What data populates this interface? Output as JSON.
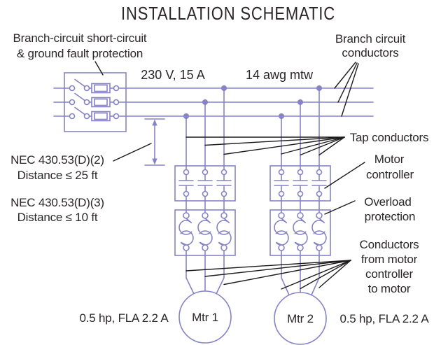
{
  "colors": {
    "background": "#ffffff",
    "circuit": "#8583c6",
    "ink": "#2b2728",
    "pointer": "#1d1a1b"
  },
  "title": "INSTALLATION SCHEMATIC",
  "annotations": {
    "branch_protection": {
      "lines": [
        "Branch-circuit short-circuit",
        "& ground fault protection"
      ]
    },
    "supply_rating": "230 V, 15 A",
    "wire_spec": "14 awg mtw",
    "branch_conductors": {
      "lines": [
        "Branch circuit",
        "conductors"
      ]
    },
    "tap_conductors": "Tap conductors",
    "motor_controller": {
      "lines": [
        "Motor",
        "controller"
      ]
    },
    "overload_protection": {
      "lines": [
        "Overload",
        "protection"
      ]
    },
    "nec_rule_2": {
      "lines": [
        "NEC 430.53(D)(2)",
        "Distance ≤ 25 ft"
      ]
    },
    "nec_rule_3": {
      "lines": [
        "NEC 430.53(D)(3)",
        "Distance ≤ 10 ft"
      ]
    },
    "motor_conductors": {
      "lines": [
        "Conductors",
        "from motor",
        "controller",
        "to motor"
      ]
    }
  },
  "motors": [
    {
      "name": "Mtr 1",
      "rating": "0.5 hp, FLA 2.2 A"
    },
    {
      "name": "Mtr 2",
      "rating": "0.5 hp, FLA 2.2 A"
    }
  ]
}
